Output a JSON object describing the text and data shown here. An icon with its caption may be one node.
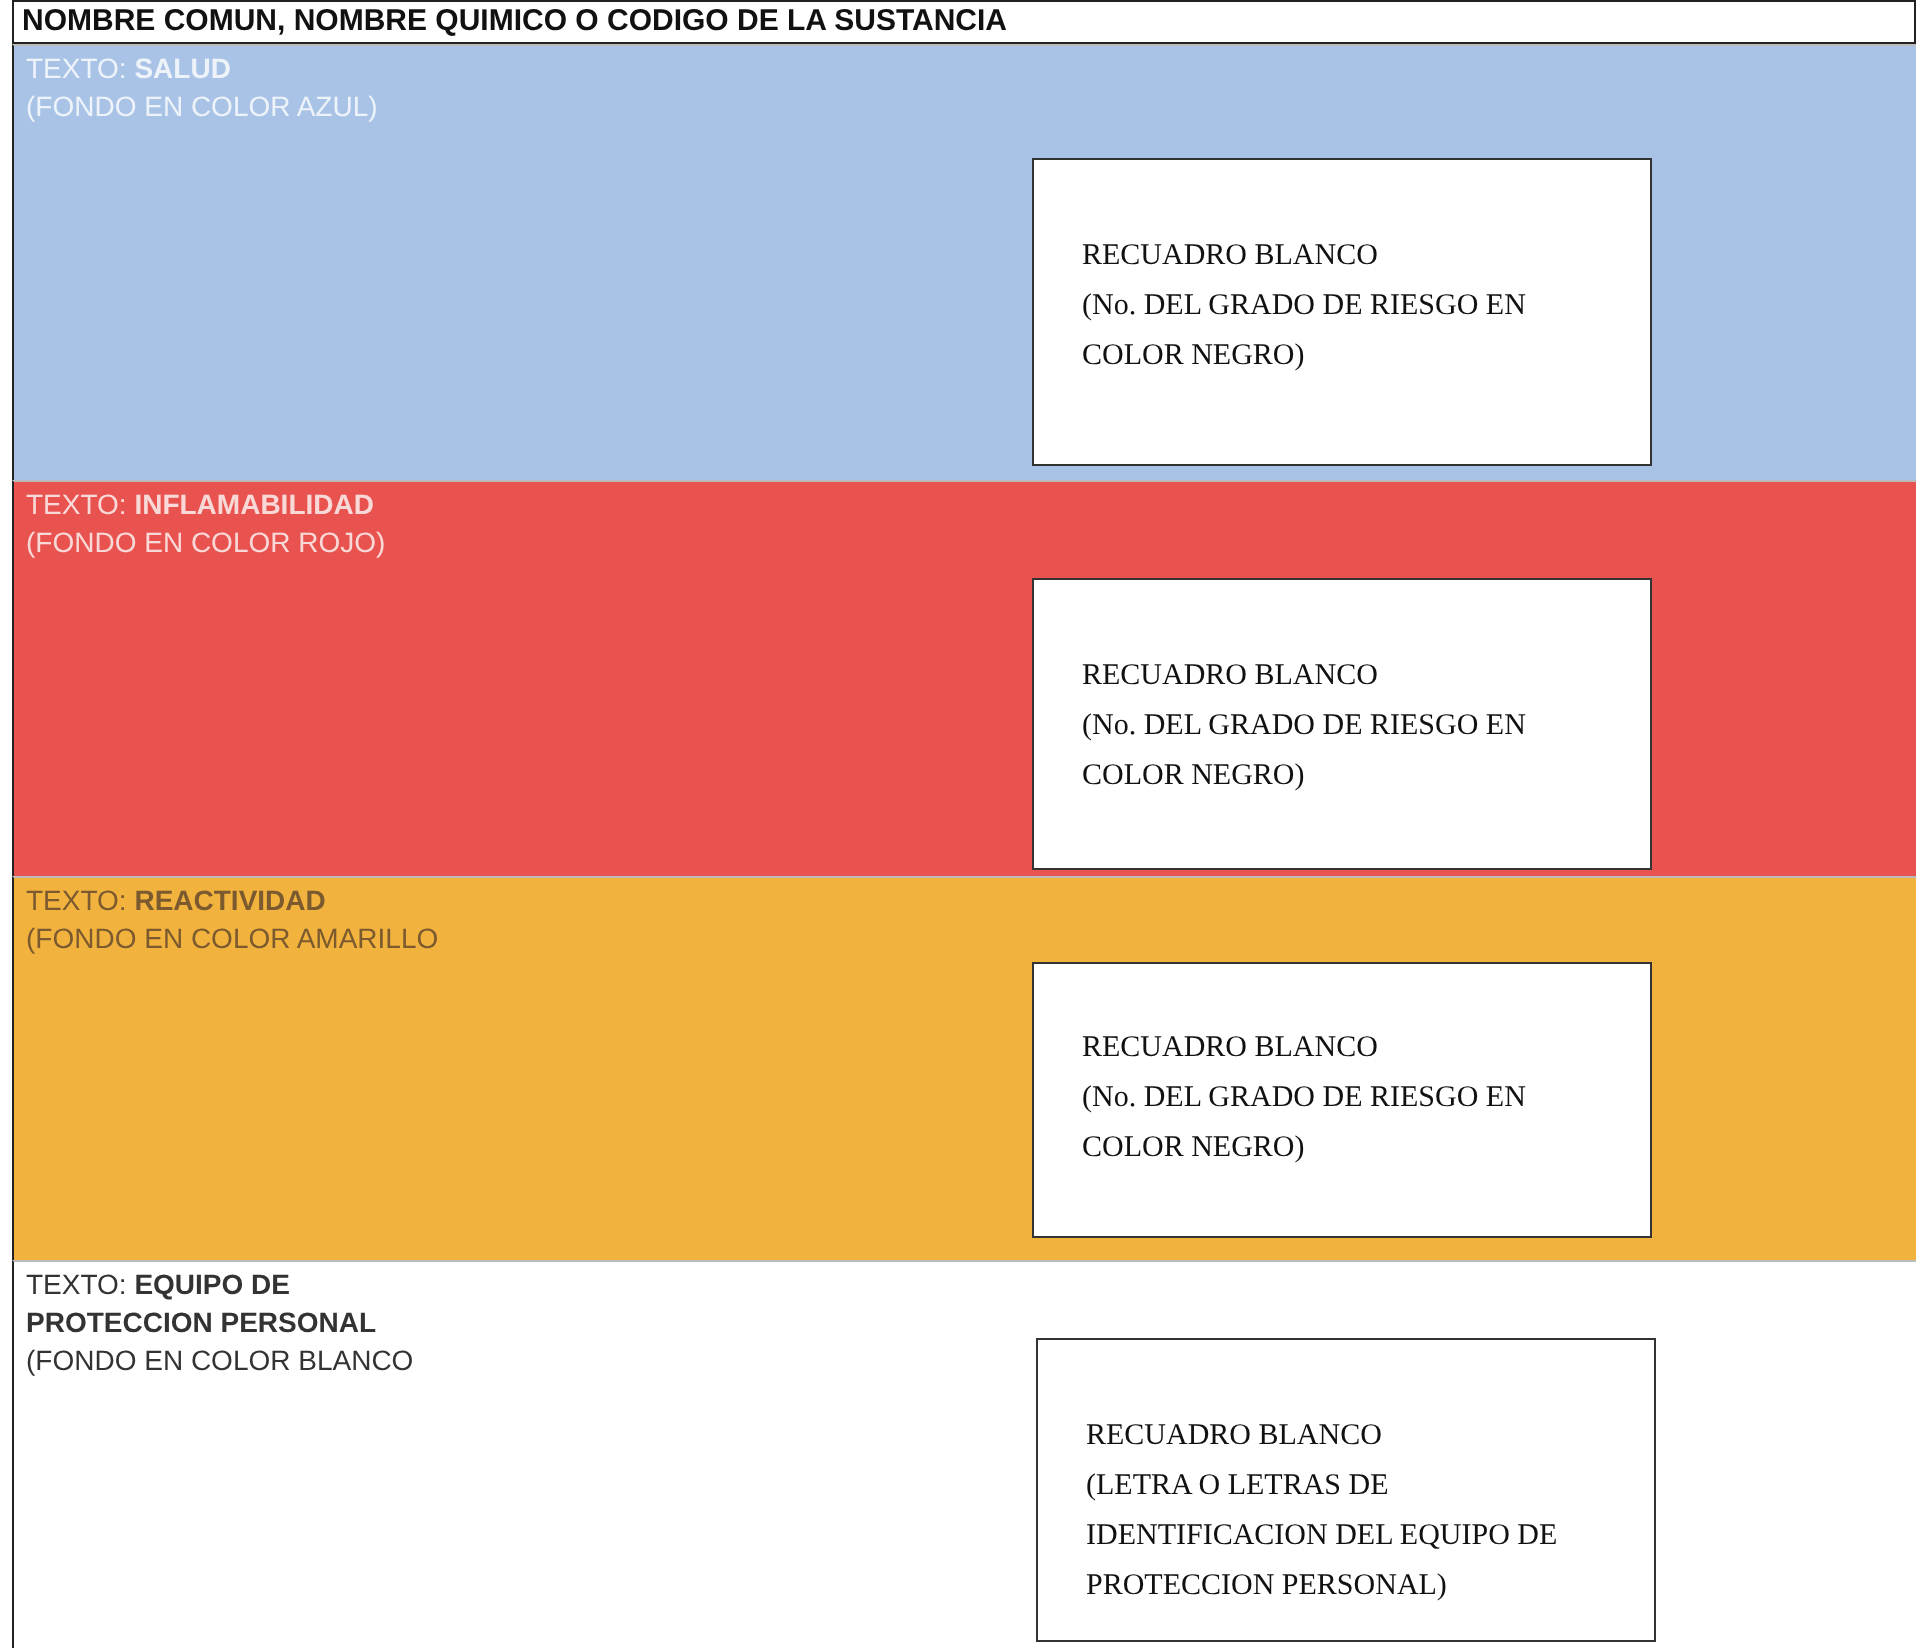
{
  "diagram": {
    "nodes": [
      {
        "text": [
          "NOMBRE COMUN, NOMBRE QUIMICO O CODIGO DE LA SUSTANCIA"
        ]
      },
      {
        "text": [
          "TEXTO: **SALUD**",
          "(FONDO EN COLOR AZUL)"
        ]
      },
      {
        "text": [
          "RECUADRO BLANCO",
          "(No. DEL GRADO DE RIESGO EN COLOR NEGRO)"
        ],
        "in": 1
      },
      {
        "text": [
          "TEXTO: **INFLAMABILIDAD**",
          "(FONDO EN COLOR ROJO)"
        ]
      },
      {
        "text": [
          "RECUADRO BLANCO",
          "(No. DEL GRADO DE RIESGO EN COLOR NEGRO)"
        ],
        "in": 3
      },
      {
        "text": [
          "TEXTO: **REACTIVIDAD**",
          "(FONDO EN COLOR AMARILLO"
        ]
      },
      {
        "text": [
          "RECUADRO BLANCO",
          "(No. DEL GRADO DE RIESGO EN COLOR NEGRO)"
        ],
        "in": 5
      },
      {
        "text": [
          "TEXTO: **EQUIPO DE PROTECCION PERSONAL**",
          "(FONDO EN COLOR BLANCO"
        ]
      },
      {
        "text": [
          "RECUADRO BLANCO",
          "(LETRA O LETRAS DE IDENTIFICACION DEL EQUIPO DE PROTECCION PERSONAL)"
        ],
        "in": 7
      }
    ]
  }
}
